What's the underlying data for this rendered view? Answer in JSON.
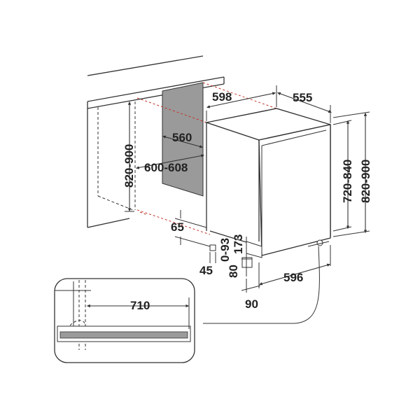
{
  "dimensions": {
    "w598": "598",
    "w555": "555",
    "d560": "560",
    "d600_608": "600-608",
    "h820_900_left": "820-900",
    "h720_840": "720-840",
    "h820_900_right": "820-900",
    "v65": "65",
    "v45": "45",
    "v0_93": "0-93",
    "v173": "173",
    "v80": "80",
    "w596": "596",
    "v90": "90",
    "v710": "710"
  },
  "colors": {
    "line": "#333333",
    "hidden_line": "#c0392b",
    "niche_wall": "#999999",
    "plinth": "#999999"
  }
}
